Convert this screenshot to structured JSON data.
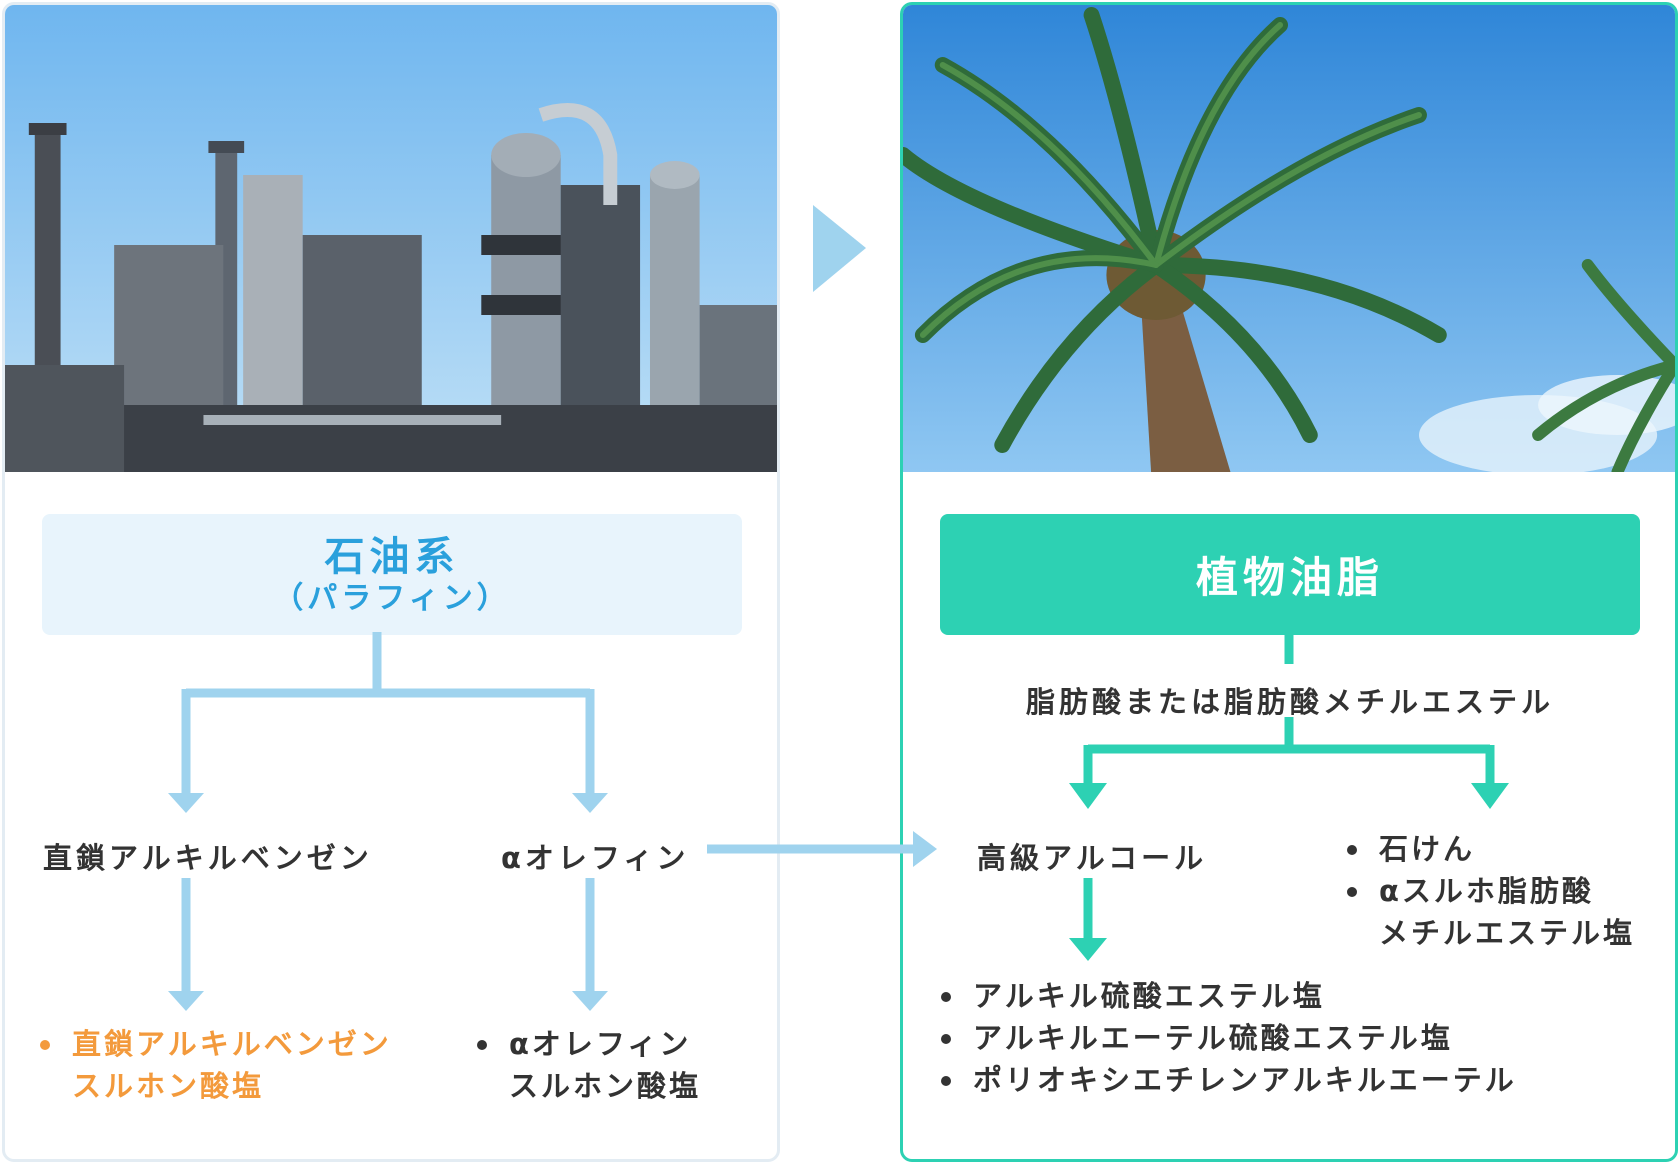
{
  "colors": {
    "petro_accent": "#9fd3ee",
    "plant_accent": "#2dd1b3",
    "highlight": "#f39a3c"
  },
  "left": {
    "image": "industrial-plant-photo",
    "title": "石油系",
    "subtitle": "（パラフィン）",
    "branch_left": "直鎖アルキルベンゼン",
    "branch_right": "αオレフィン",
    "product_left": [
      "直鎖アルキルベンゼン",
      "スルホン酸塩"
    ],
    "product_right": [
      "αオレフィン",
      "スルホン酸塩"
    ]
  },
  "right": {
    "image": "palm-tree-photo",
    "title": "植物油脂",
    "intermediate": "脂肪酸または脂肪酸メチルエステル",
    "branch_left": "高級アルコール",
    "products_right": [
      "石けん",
      "αスルホ脂肪酸",
      "メチルエステル塩"
    ],
    "products_bottom": [
      "アルキル硫酸エステル塩",
      "アルキルエーテル硫酸エステル塩",
      "ポリオキシエチレンアルキルエーテル"
    ]
  }
}
